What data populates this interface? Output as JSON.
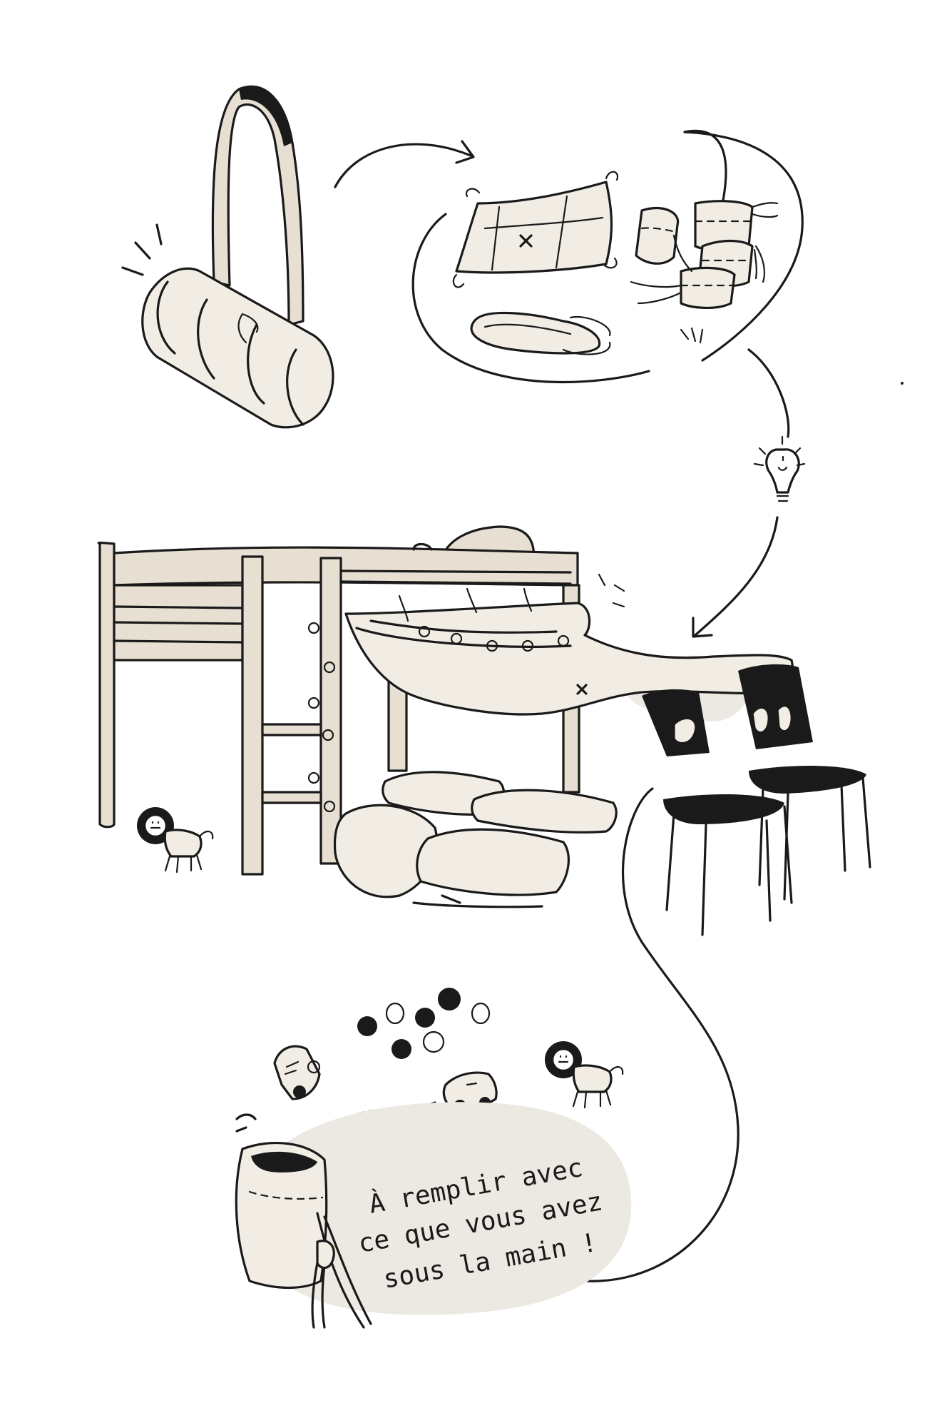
{
  "note": {
    "lines": [
      "À remplir avec",
      "ce que vous avez",
      "sous la main !"
    ]
  },
  "colors": {
    "ink": "#1a1a1a",
    "wood": "#e6dfd2",
    "fabric": "#f1ede5",
    "blob": "#ece8e2",
    "background": "#ffffff"
  },
  "icons": {
    "idea": "lightbulb-icon",
    "lion": "lion-toy-icon",
    "car": "toy-car-icon"
  }
}
